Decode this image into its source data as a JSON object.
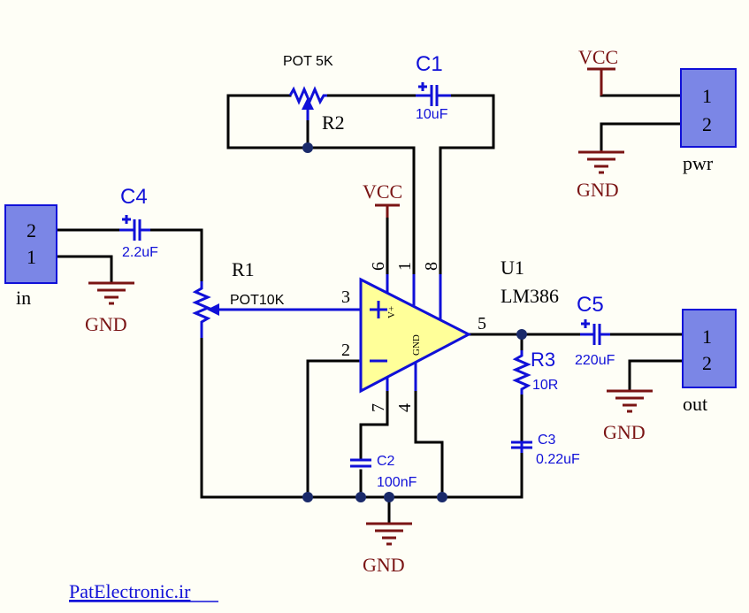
{
  "labels": {
    "pot5k": "POT 5K",
    "c1": "C1",
    "c1_val": "10uF",
    "r2": "R2",
    "vcc_top": "VCC",
    "vcc_pwr": "VCC",
    "pwr": "pwr",
    "gnd_pwr": "GND",
    "c4": "C4",
    "c4_val": "2.2uF",
    "r1": "R1",
    "r1_val": "POT10K",
    "gnd_in": "GND",
    "in": "in",
    "u1": "U1",
    "u1_val": "LM386",
    "c5": "C5",
    "c5_val": "220uF",
    "r3": "R3",
    "r3_val": "10R",
    "c3": "C3",
    "c3_val": "0.22uF",
    "c2": "C2",
    "c2_val": "100nF",
    "gnd_bottom": "GND",
    "gnd_out": "GND",
    "out": "out",
    "footer": "PatElectronic.ir"
  },
  "pins": {
    "p1": "1",
    "p2": "2",
    "p3": "3",
    "p4": "4",
    "p5": "5",
    "p6": "6",
    "p7": "7",
    "p8": "8",
    "vplus": "V+",
    "gndpin": "GND"
  },
  "connectors": {
    "in": [
      "2",
      "1"
    ],
    "pwr": [
      "1",
      "2"
    ],
    "out": [
      "1",
      "2"
    ]
  },
  "colors": {
    "wire": "#000000",
    "component": "#1010d8",
    "power": "#7a1414",
    "connector_fill": "#7b86e6",
    "opamp_fill": "#ffff99",
    "background": "#fefef6"
  }
}
